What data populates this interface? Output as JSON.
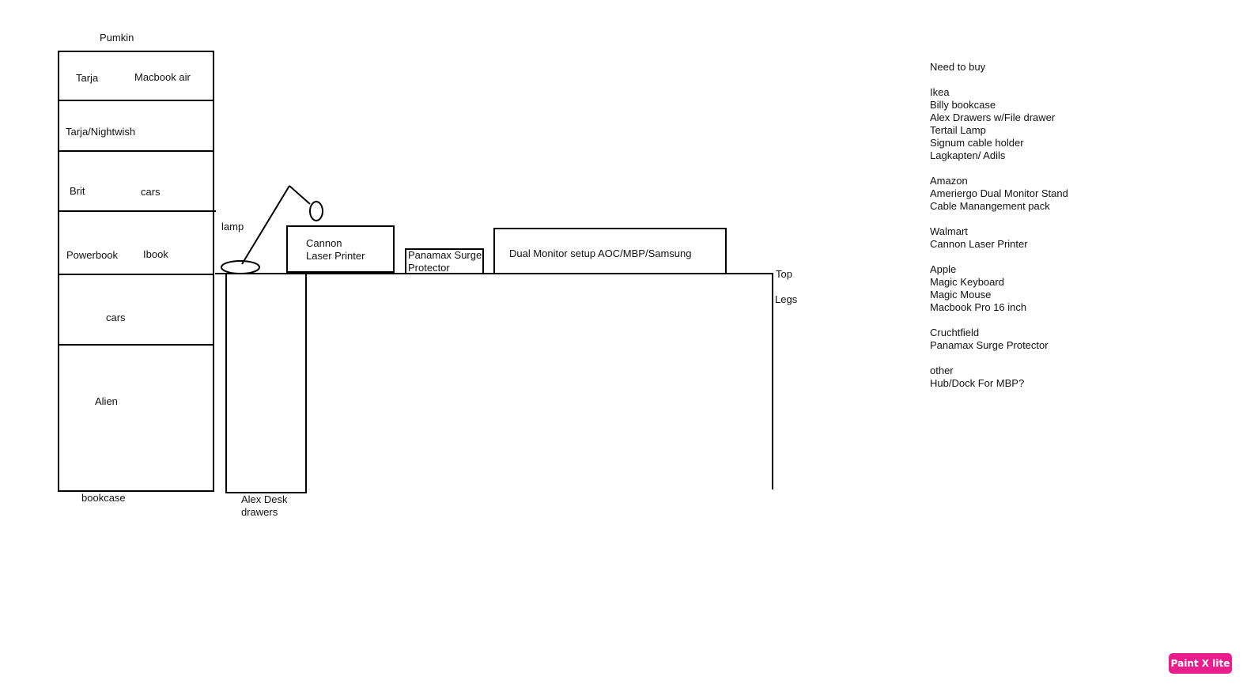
{
  "bookcase": {
    "top_label": "Pumkin",
    "caption": "bookcase",
    "shelves": {
      "s1_left": "Tarja",
      "s1_right": "Macbook air",
      "s2_left": "Tarja/Nightwish",
      "s3_left": "Brit",
      "s3_right": "cars",
      "s4_left": "Powerbook",
      "s4_right": "Ibook",
      "s5_center": "cars",
      "s6_center": "Alien"
    }
  },
  "desk": {
    "lamp_label": "lamp",
    "printer_line1": "Cannon",
    "printer_line2": "Laser Printer",
    "surge_line1": "Panamax Surge",
    "surge_line2": "Protector",
    "monitor_label": "Dual Monitor setup AOC/MBP/Samsung",
    "top_label": "Top",
    "legs_label": "Legs",
    "drawers_line1": "Alex Desk",
    "drawers_line2": "drawers"
  },
  "shopping_list": {
    "title": "Need to buy",
    "groups": [
      {
        "store": "Ikea",
        "items": [
          "Billy bookcase",
          "Alex Drawers w/File drawer",
          "Tertail Lamp",
          "Signum cable holder",
          "Lagkapten/ Adils"
        ]
      },
      {
        "store": "Amazon",
        "items": [
          "Ameriergo Dual Monitor Stand",
          "Cable Manangement pack"
        ]
      },
      {
        "store": "Walmart",
        "items": [
          "Cannon Laser Printer"
        ]
      },
      {
        "store": "Apple",
        "items": [
          "Magic Keyboard",
          "Magic Mouse",
          "Macbook Pro 16 inch"
        ]
      },
      {
        "store": "Cruchtfield",
        "items": [
          "Panamax Surge Protector"
        ]
      },
      {
        "store": "other",
        "items": [
          "Hub/Dock For MBP?"
        ]
      }
    ]
  },
  "watermark": {
    "text": "Paint X lite",
    "color": "#e91e8c"
  }
}
